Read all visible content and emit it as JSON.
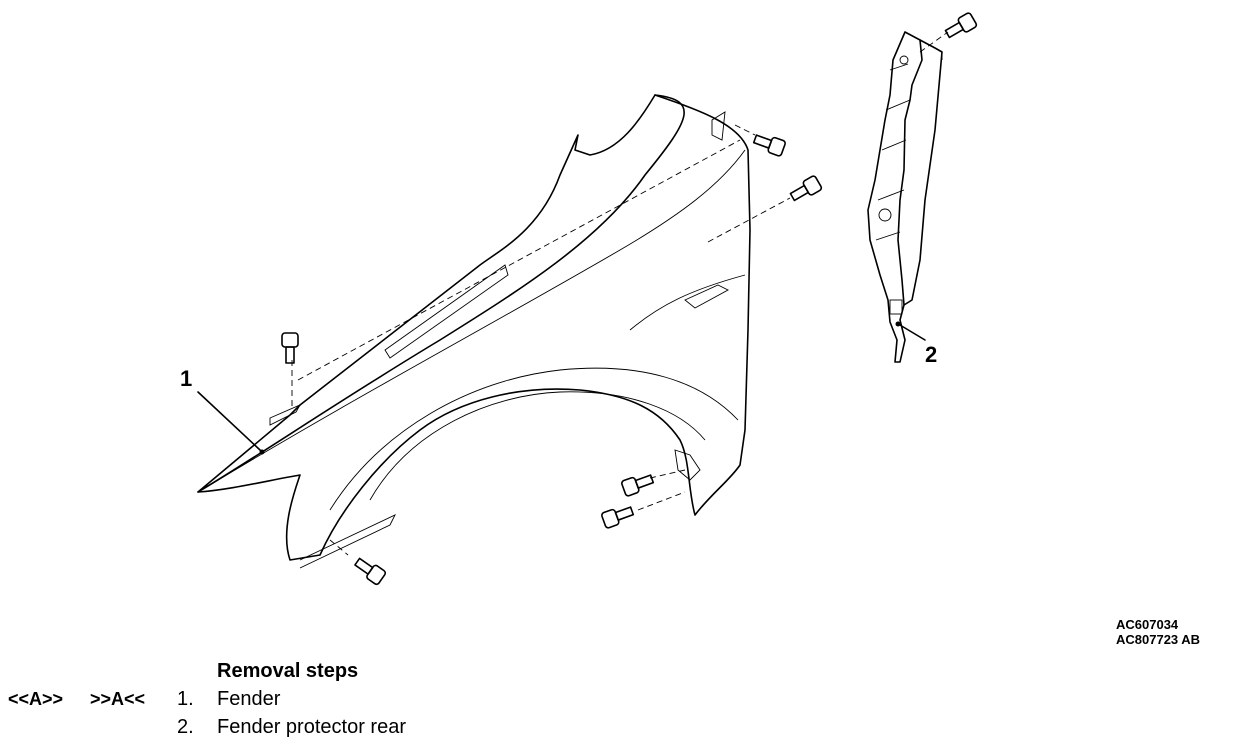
{
  "diagram": {
    "callouts": [
      "1",
      "2"
    ],
    "reference_codes": [
      "AC607034",
      "AC807723 AB"
    ]
  },
  "removal": {
    "heading": "Removal steps",
    "steps": [
      {
        "marker_left": "<<A>>",
        "marker_right": ">>A<<",
        "number": "1.",
        "label": "Fender"
      },
      {
        "marker_left": "",
        "marker_right": "",
        "number": "2.",
        "label": "Fender protector rear"
      }
    ]
  }
}
